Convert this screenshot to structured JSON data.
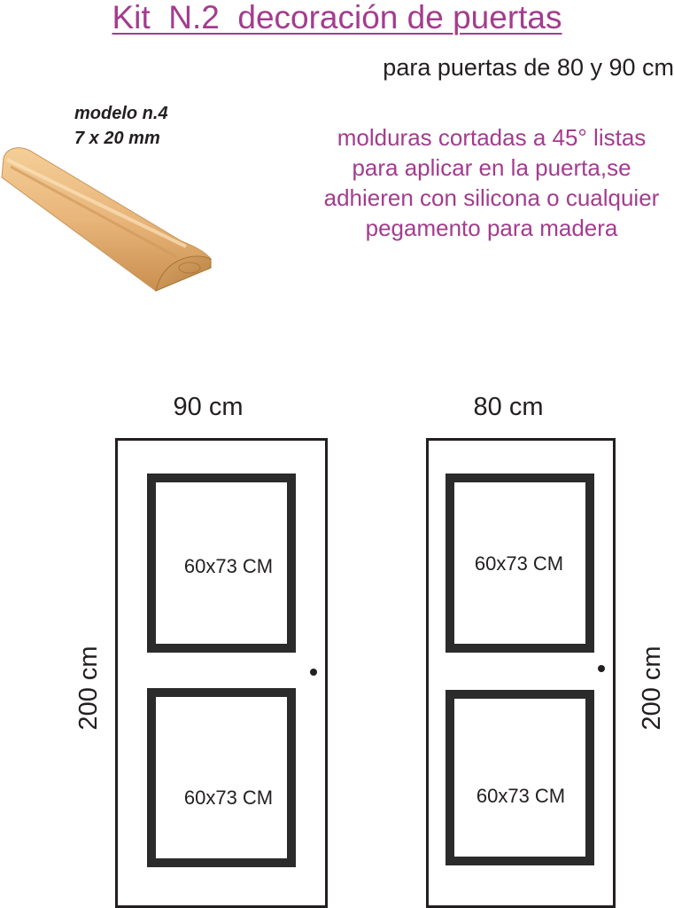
{
  "header": {
    "title": "Kit  N.2  decoración de puertas",
    "subtitle": "para puertas de 80 y 90 cm"
  },
  "product": {
    "model_name": "modelo n.4",
    "model_size": "7 x 20 mm",
    "description": "molduras cortadas a 45° listas para aplicar en la puerta,se adhieren con silicona o cualquier pegamento para madera"
  },
  "doors": [
    {
      "width_label": "90 cm",
      "height_label": "200 cm",
      "panels": [
        "60x73 CM",
        "60x73 CM"
      ]
    },
    {
      "width_label": "80 cm",
      "height_label": "200 cm",
      "panels": [
        "60x73 CM",
        "60x73 CM"
      ]
    }
  ],
  "colors": {
    "accent": "#a33c8e",
    "text": "#231f20",
    "molding_frame": "#2b2b2b",
    "wood": "#e8b57a"
  }
}
